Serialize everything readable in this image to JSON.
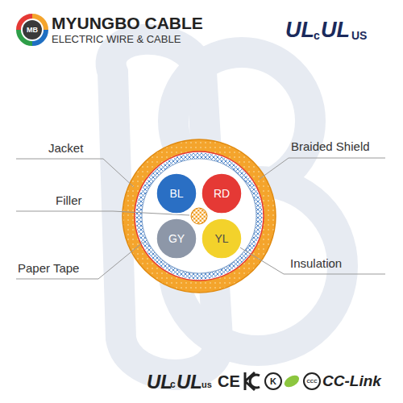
{
  "diagram": {
    "nodes": [
      {
        "text": [
          "BL"
        ]
      },
      {
        "text": [
          "RD"
        ]
      },
      {
        "text": [
          "GY"
        ]
      },
      {
        "text": [
          "YL"
        ]
      }
    ],
    "labels": [
      "MB",
      "MYUNGBO CABLE",
      "ELECTRIC WIRE & CABLE",
      "UL",
      "c",
      "UL",
      "US",
      "Jacket",
      "Braided Shield",
      "Filler",
      "Paper Tape",
      "Insulation",
      "UL",
      "c",
      "UL",
      "us",
      "CE",
      "K",
      "CCC",
      "CC-Link"
    ]
  }
}
